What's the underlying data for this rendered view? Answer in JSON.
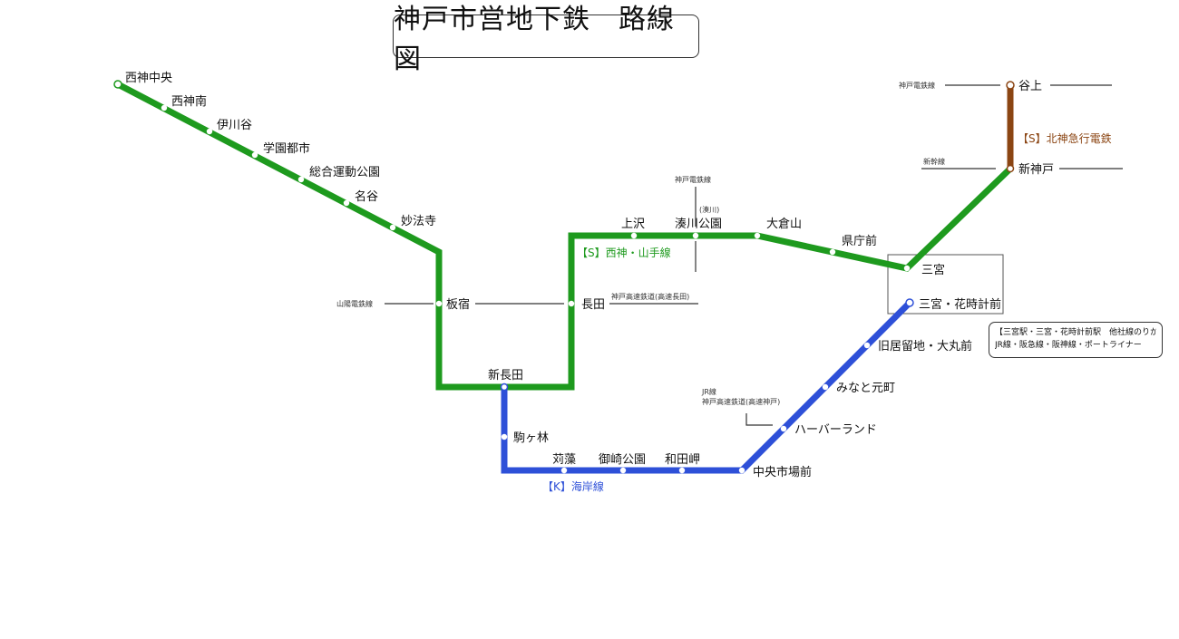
{
  "title": "神戸市営地下鉄　路線図",
  "colors": {
    "seishin_yamate": "#1e9a1e",
    "kaigan": "#2e50d8",
    "hokushin": "#8b4513",
    "connector": "#333333",
    "station_fill": "#ffffff",
    "text": "#111111"
  },
  "lines": {
    "seishin_yamate": {
      "label": "【S】西神・山手線"
    },
    "kaigan": {
      "label": "【K】海岸線"
    },
    "hokushin": {
      "label": "【S】北神急行電鉄"
    }
  },
  "stations": {
    "seishin_chuo": "西神中央",
    "seishin_minami": "西神南",
    "ikawadani": "伊川谷",
    "gakuen_toshi": "学園都市",
    "sogo_undo_koen": "総合運動公園",
    "myodani": "名谷",
    "myohoji": "妙法寺",
    "itayado": "板宿",
    "shin_nagata": "新長田",
    "nagata": "長田",
    "kamisawa": "上沢",
    "minatogawa_koen": "湊川公園",
    "okurayama": "大倉山",
    "kenchomae": "県庁前",
    "sannomiya": "三宮",
    "shin_kobe": "新神戸",
    "tanigami": "谷上",
    "sannomiya_hanadokei": "三宮・花時計前",
    "kyukyoryuchi": "旧居留地・大丸前",
    "minato_motomachi": "みなと元町",
    "harborland": "ハーバーランド",
    "chuo_ichiba_mae": "中央市場前",
    "wadamisaki": "和田岬",
    "misaki_koen": "御崎公園",
    "karumo": "苅藻",
    "komagabayashi": "駒ヶ林"
  },
  "connections": {
    "sanyo": "山陽電鉄線",
    "kobe_kosoku_nagata": "神戸高速鉄道(高速長田)",
    "kobe_dentetsu_minatogawa": "神戸電鉄線",
    "minatogawa_note": "(湊川)",
    "kobe_dentetsu_tanigami": "神戸電鉄線",
    "shinkansen": "新幹線",
    "jr": "JR線",
    "kobe_kosoku_kobe": "神戸高速鉄道(高速神戸)"
  },
  "transfer_box": {
    "line1": "【三宮駅・三宮・花時計前駅　他社線のりかえ】",
    "line2": "JR線・阪急線・阪神線・ポートライナー"
  }
}
